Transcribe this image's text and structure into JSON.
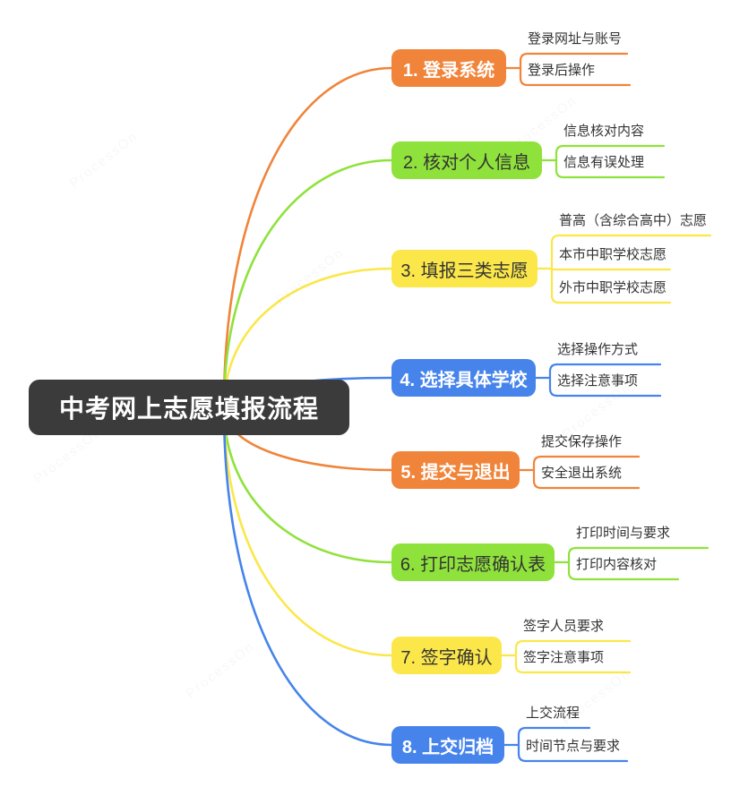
{
  "title": "中考网上志愿填报流程",
  "watermark": "ProcessOn",
  "palette": {
    "orange": "#F0843A",
    "green": "#8FE23C",
    "yellow": "#FBE74A",
    "blue": "#4684EB",
    "center_bg": "#3B3B3B",
    "text_dark": "#333333",
    "text_light": "#FFFFFF"
  },
  "branches": [
    {
      "label": "1. 登录系统",
      "color": "orange",
      "children": [
        "登录网址与账号",
        "登录后操作"
      ]
    },
    {
      "label": "2. 核对个人信息",
      "color": "green",
      "children": [
        "信息核对内容",
        "信息有误处理"
      ]
    },
    {
      "label": "3. 填报三类志愿",
      "color": "yellow",
      "children": [
        "普高（含综合高中）志愿",
        "本市中职学校志愿",
        "外市中职学校志愿"
      ]
    },
    {
      "label": "4. 选择具体学校",
      "color": "blue",
      "children": [
        "选择操作方式",
        "选择注意事项"
      ]
    },
    {
      "label": "5. 提交与退出",
      "color": "orange",
      "children": [
        "提交保存操作",
        "安全退出系统"
      ]
    },
    {
      "label": "6. 打印志愿确认表",
      "color": "green",
      "children": [
        "打印时间与要求",
        "打印内容核对"
      ]
    },
    {
      "label": "7. 签字确认",
      "color": "yellow",
      "children": [
        "签字人员要求",
        "签字注意事项"
      ]
    },
    {
      "label": "8. 上交归档",
      "color": "blue",
      "children": [
        "上交流程",
        "时间节点与要求"
      ]
    }
  ]
}
